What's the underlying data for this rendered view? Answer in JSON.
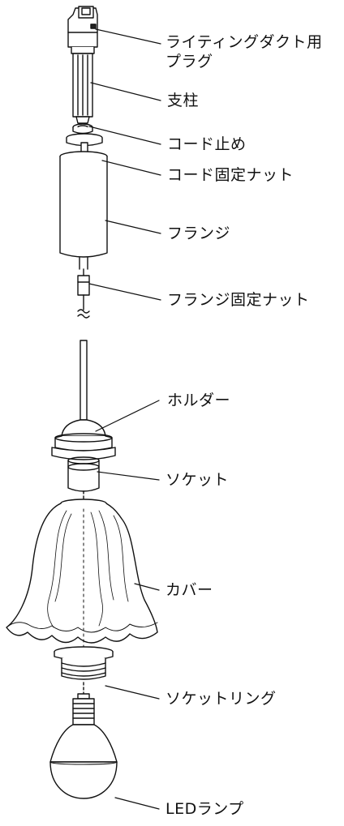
{
  "labels": {
    "plug_line1": "ライティングダクト用",
    "plug_line2": "プラグ",
    "support": "支柱",
    "cord_stopper": "コード止め",
    "cord_nut": "コード固定ナット",
    "flange": "フランジ",
    "flange_nut": "フランジ固定ナット",
    "holder": "ホルダー",
    "socket": "ソケット",
    "cover": "カバー",
    "socket_ring": "ソケットリング",
    "led_lamp": "LEDランプ"
  }
}
